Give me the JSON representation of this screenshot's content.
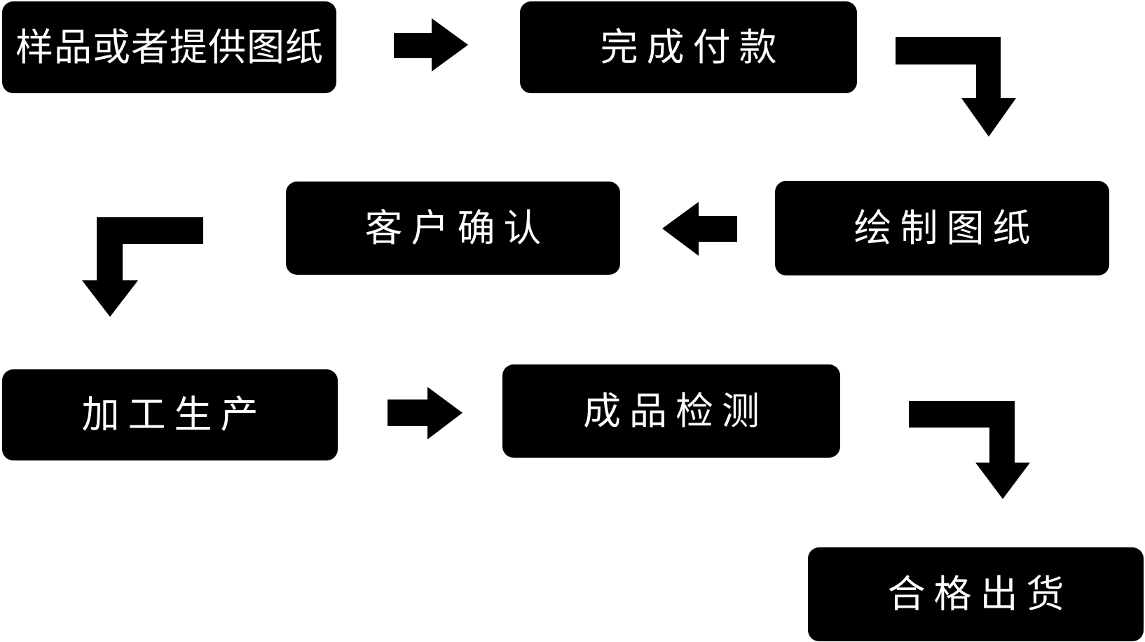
{
  "flowchart": {
    "colors": {
      "background": "#ffffff",
      "node_fill": "#000000",
      "node_text": "#ffffff",
      "arrow": "#000000"
    },
    "nodes": [
      {
        "id": "step-1",
        "label": "样品或者提供图纸"
      },
      {
        "id": "step-2",
        "label": "完成付款"
      },
      {
        "id": "step-3",
        "label": "绘制图纸"
      },
      {
        "id": "step-4",
        "label": "客户确认"
      },
      {
        "id": "step-5",
        "label": "加工生产"
      },
      {
        "id": "step-6",
        "label": "成品检测"
      },
      {
        "id": "step-7",
        "label": "合格出货"
      }
    ],
    "edges": [
      {
        "from": "step-1",
        "to": "step-2",
        "shape": "straight-right-arrow"
      },
      {
        "from": "step-2",
        "to": "step-3",
        "shape": "elbow-right-then-down-arrow"
      },
      {
        "from": "step-3",
        "to": "step-4",
        "shape": "straight-left-arrow"
      },
      {
        "from": "step-4",
        "to": "step-5",
        "shape": "elbow-left-then-down-arrow"
      },
      {
        "from": "step-5",
        "to": "step-6",
        "shape": "straight-right-arrow"
      },
      {
        "from": "step-6",
        "to": "step-7",
        "shape": "elbow-right-then-down-arrow"
      }
    ]
  }
}
